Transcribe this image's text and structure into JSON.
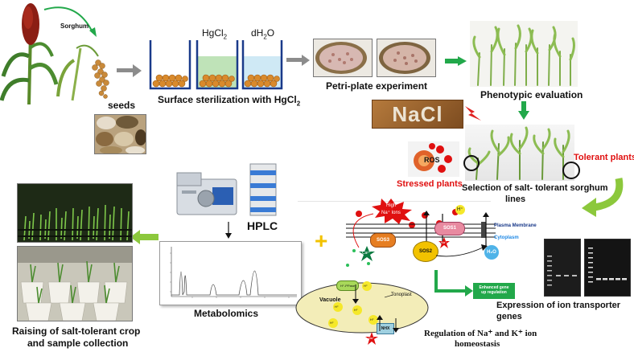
{
  "labels": {
    "sorghum": "Sorghum",
    "seeds": "seeds",
    "beaker_hgcl2": "HgCl",
    "beaker_hgcl2_sub": "2",
    "beaker_dh2o_pre": "dH",
    "beaker_dh2o_sub": "2",
    "beaker_dh2o_post": "O",
    "surface_sterilization": "Surface sterilization with HgCl",
    "surface_sterilization_sub": "2",
    "petri": "Petri-plate experiment",
    "phenotypic": "Phenotypic evaluation",
    "nacl": "NaCl",
    "ros": "ROS",
    "stressed": "Stressed plants",
    "tolerant": "Tolerant plants",
    "selection_line1": "Selection of salt- tolerant sorghum",
    "selection_line2": "lines",
    "hplc": "HPLC",
    "metabolomics": "Metabolomics",
    "raising_line1": "Raising of salt-tolerant crop",
    "raising_line2": "and sample collection",
    "expression_line1": "Expression of ion transporter",
    "expression_line2": "genes",
    "regulation_line1": "Regulation of Na⁺ and K⁺ ion",
    "regulation_line2": "homeostasis"
  },
  "cell": {
    "high_na_line1": "High",
    "high_na_line2": "Na⁺ Ions",
    "plasma_membrane": "Plasma Membrane",
    "cytoplasm": "Cytoplasm",
    "sos1": "SOS1",
    "sos2": "SOS2",
    "sos3": "SOS3",
    "ca": "Ca²⁺",
    "na": "Na⁺",
    "h": "H⁺",
    "h2o": "H₂O",
    "vacuole": "Vacuole",
    "tonoplast": "Tonoplast",
    "h_ppase": "H⁺-PPase",
    "nhx": "NHX",
    "enhanced_line1": "Enhanced gene",
    "enhanced_line2": "up regulation"
  },
  "colors": {
    "arrow_gray": "#8c8c8c",
    "arrow_green": "#22a84a",
    "chevron_green": "#8cc83c",
    "tolerant_red": "#e01010",
    "stressed_red": "#e01010",
    "cytoplasm_blue": "#1e88e5"
  }
}
